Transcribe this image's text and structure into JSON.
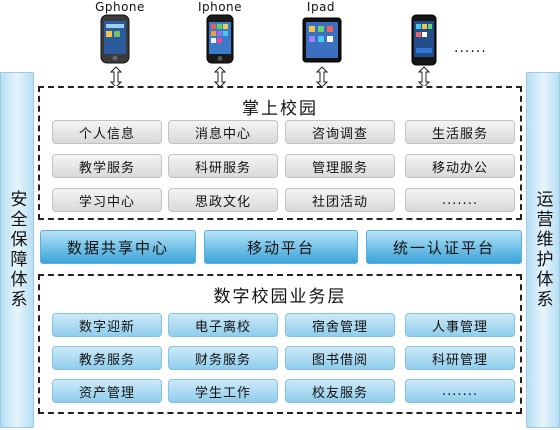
{
  "devices": [
    {
      "label": "Gphone"
    },
    {
      "label": "Iphone"
    },
    {
      "label": "Ipad"
    },
    {
      "label": ""
    }
  ],
  "devices_more": "......",
  "left_pillar": "安全保障体系",
  "right_pillar": "运营维护体系",
  "mobile_campus": {
    "title": "掌上校园",
    "items": [
      "个人信息",
      "消息中心",
      "咨询调查",
      "生活服务",
      "教学服务",
      "科研服务",
      "管理服务",
      "移动办公",
      "学习中心",
      "思政文化",
      "社团活动",
      "......."
    ]
  },
  "platforms": [
    "数据共享中心",
    "移动平台",
    "统一认证平台"
  ],
  "business_layer": {
    "title": "数字校园业务层",
    "items": [
      "数字迎新",
      "电子离校",
      "宿舍管理",
      "人事管理",
      "教务服务",
      "财务服务",
      "图书借阅",
      "科研管理",
      "资产管理",
      "学生工作",
      "校友服务",
      "......."
    ]
  },
  "colors": {
    "pillar": "#b7dff3",
    "platform": "#3da3d8",
    "business_button": "#8fcdec",
    "campus_button": "#d9d9d9"
  }
}
